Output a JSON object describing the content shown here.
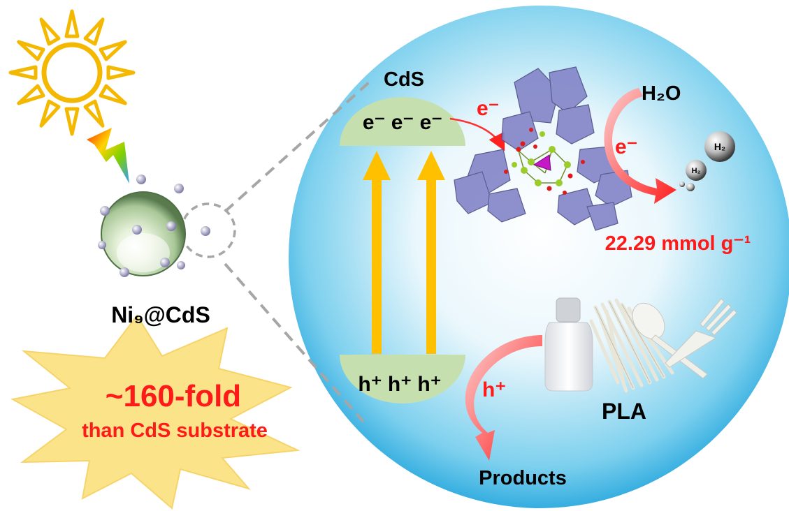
{
  "labels": {
    "cds": "CdS",
    "electrons": "e⁻ e⁻ e⁻",
    "holes": "h⁺ h⁺ h⁺",
    "e_flow": "e⁻",
    "e_h2o": "e⁻",
    "h2o": "H₂O",
    "h2_small": "H₂",
    "rate": "22.29 mmol g⁻¹",
    "h_flow": "h⁺",
    "pla": "PLA",
    "products": "Products",
    "catalyst": "Ni₉@CdS",
    "fold": "~160-fold",
    "fold_sub": "than CdS substrate"
  },
  "colors": {
    "red": "#ff1a1a",
    "sun": "#f5b800",
    "arrow_up": "#ffc000",
    "band": "#c6dfae",
    "star": "#fbe38a",
    "polyhedra": "#7d7fc4"
  },
  "icons": [
    "sun-icon",
    "lightning-icon",
    "catalyst-sphere-icon",
    "polyoxometalate-cluster-icon",
    "h2-bubble-icon",
    "bottle-icon",
    "straws-icon",
    "spoon-icon",
    "fork-icon"
  ]
}
